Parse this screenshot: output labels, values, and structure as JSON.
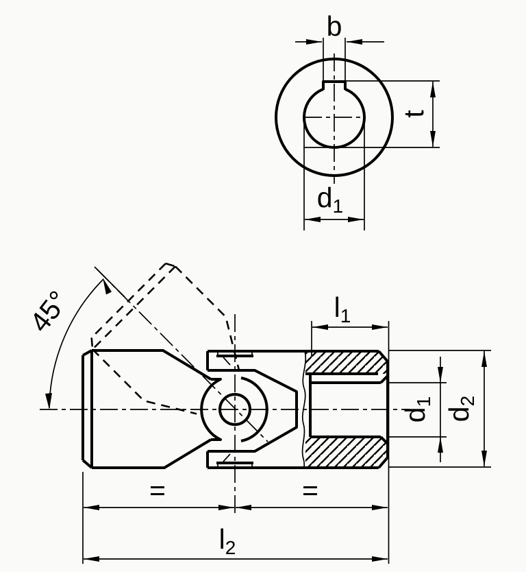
{
  "drawing_title": "universal-joint-two-view-dimension-drawing",
  "colors": {
    "background": "#fafaf8",
    "line": "#000000"
  },
  "top_view": {
    "dim_b": "b",
    "dim_t": "t",
    "dim_d1": {
      "base": "d",
      "sub": "1"
    }
  },
  "side_view": {
    "dim_angle": "45°",
    "dim_l1": {
      "base": "l",
      "sub": "1"
    },
    "dim_d1": {
      "base": "d",
      "sub": "1"
    },
    "dim_d2": {
      "base": "d",
      "sub": "2"
    },
    "equal_left": "=",
    "equal_right": "=",
    "dim_l2": {
      "base": "l",
      "sub": "2"
    }
  }
}
